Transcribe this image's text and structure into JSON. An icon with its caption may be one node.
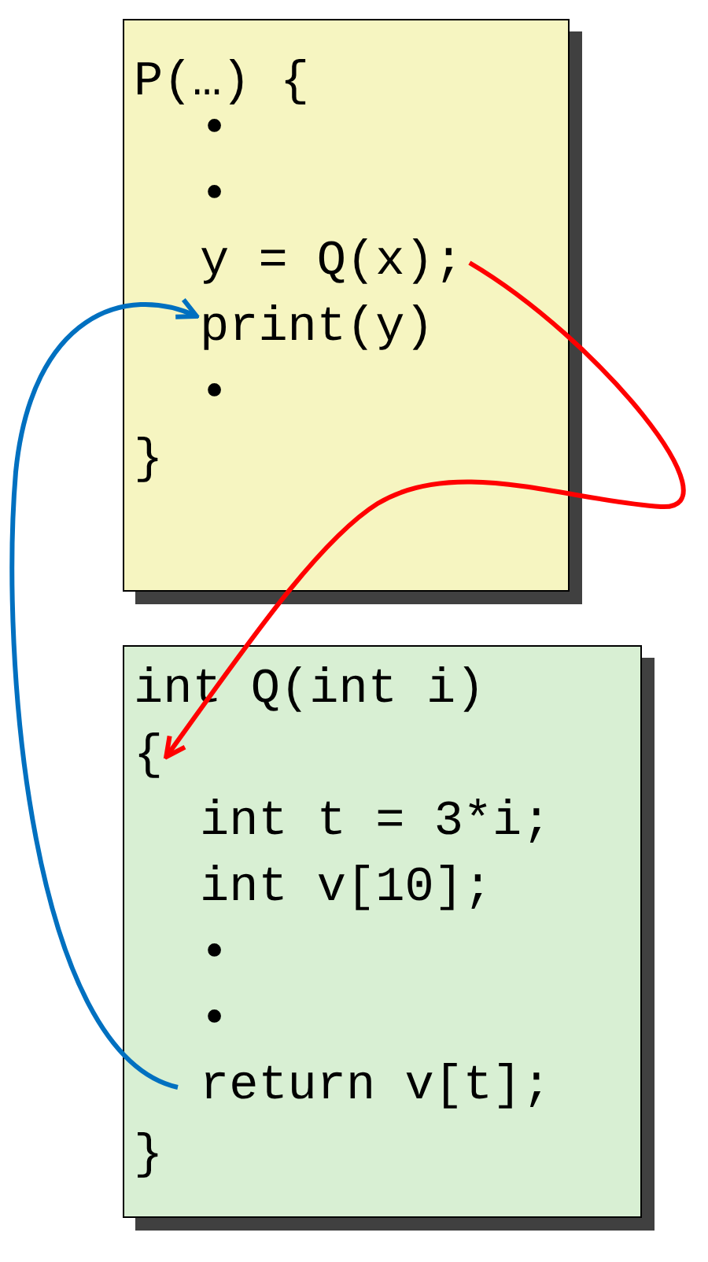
{
  "diagram": {
    "nodes": [
      {
        "text": [
          "P(…) {",
          "}"
        ]
      },
      {
        "text": [
          "•"
        ],
        "in": 0
      },
      {
        "text": [
          "•"
        ],
        "in": 0
      },
      {
        "text": [
          "y = Q(x);"
        ],
        "in": 0
      },
      {
        "text": [
          "print(y)"
        ],
        "in": 0
      },
      {
        "text": [
          "•"
        ],
        "in": 0
      },
      {
        "text": [
          "int Q(int i)",
          "}"
        ]
      },
      {
        "text": [
          "{"
        ],
        "in": 6
      },
      {
        "text": [
          "int t = 3*i;"
        ],
        "in": 6
      },
      {
        "text": [
          "int v[10];"
        ],
        "in": 6
      },
      {
        "text": [
          "•"
        ],
        "in": 6
      },
      {
        "text": [
          "•"
        ],
        "in": 6
      },
      {
        "text": [
          "return v[t];"
        ],
        "in": 6
      }
    ],
    "edges": [
      {
        "from": 3,
        "to": 7,
        "arrow": "to",
        "color": "#ff0000"
      },
      {
        "from": 12,
        "to": 4,
        "arrow": "to",
        "color": "#0070c0"
      }
    ]
  }
}
